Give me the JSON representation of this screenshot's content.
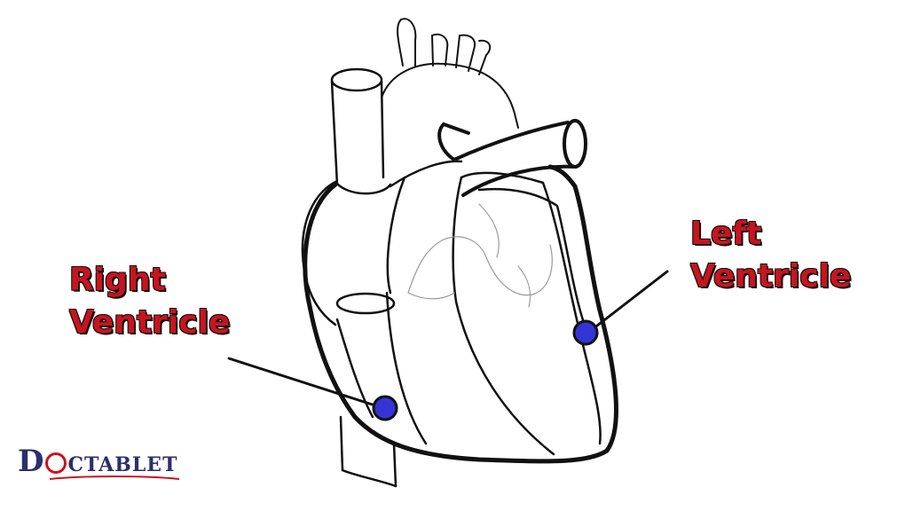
{
  "diagram": {
    "labels": {
      "right_line1": "Right",
      "right_line2": "Ventricle",
      "left_line1": "Left",
      "left_line2": "Ventricle"
    },
    "colors": {
      "label_text": "#c8141e",
      "pointer_dot": "#3434d6",
      "outline": "#111111"
    }
  },
  "logo": {
    "first_letter": "D",
    "rest": "CTABLET"
  }
}
